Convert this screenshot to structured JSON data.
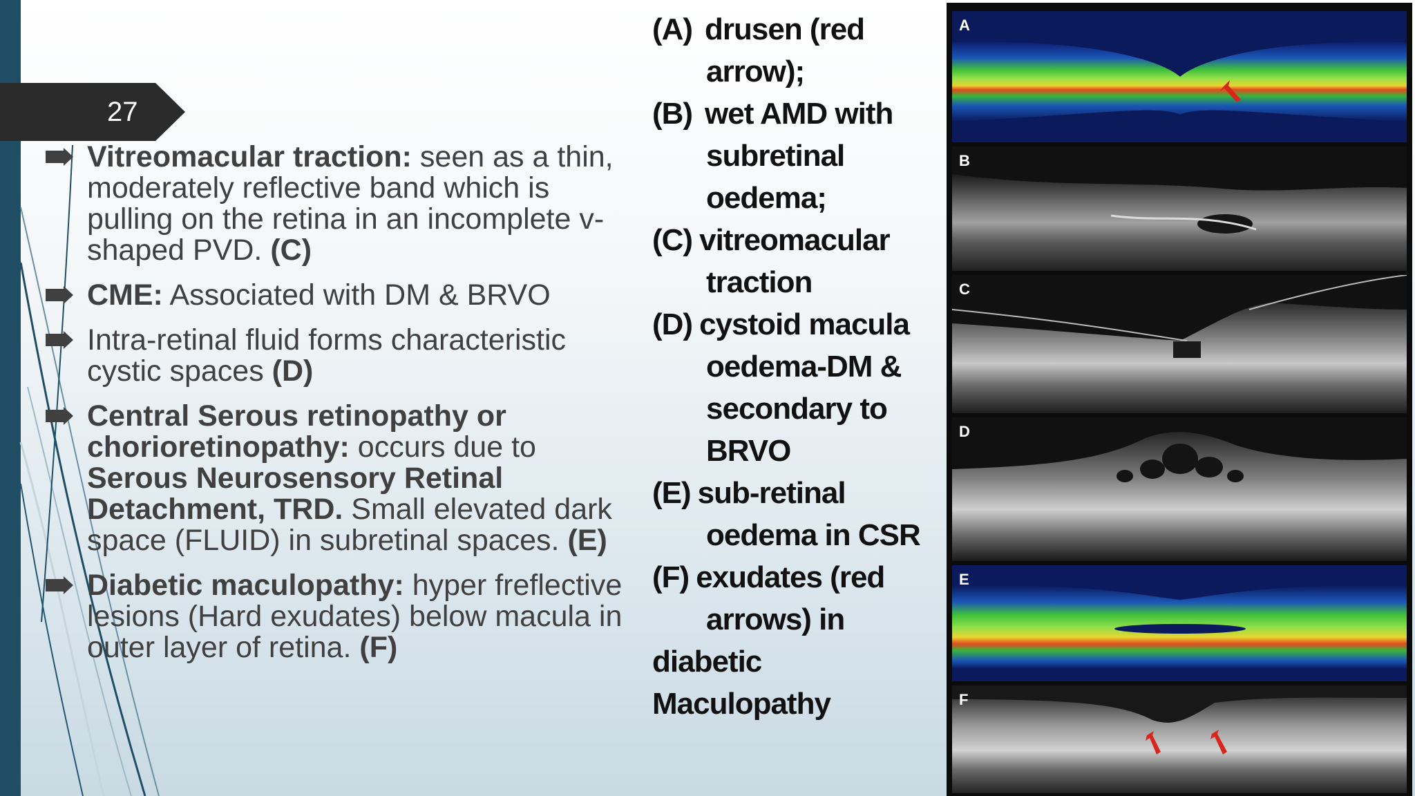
{
  "slide_number": "27",
  "bullets": [
    {
      "bold": "Vitreomacular traction:",
      "text": " seen as a thin, moderately reflective band which is pulling on the retina in an incomplete v-shaped PVD. ",
      "ref": "(C)"
    },
    {
      "bold": "CME:",
      "text": " Associated with DM & BRVO",
      "ref": ""
    },
    {
      "bold": "",
      "text": "Intra-retinal fluid forms characteristic cystic spaces ",
      "ref": "(D)"
    },
    {
      "bold": "Central Serous retinopathy or chorioretinopathy:",
      "text": " occurs due to ",
      "bold2": "Serous Neurosensory Retinal Detachment, TRD.",
      "text2": " Small elevated dark space (FLUID) in subretinal spaces. ",
      "ref": "(E)"
    },
    {
      "bold": "Diabetic maculopathy:",
      "text": " hyper freflective lesions (Hard exudates) below macula in  outer layer of retina. ",
      "ref": "(F)"
    }
  ],
  "legend": {
    "a_tag": "(A)",
    "a_l1": "drusen (red",
    "a_l2": "arrow);",
    "b_tag": "(B)",
    "b_l1": "wet AMD with",
    "b_l2": "subretinal",
    "b_l3": "oedema;",
    "c_tag": "(C)",
    "c_l1": "vitreomacular",
    "c_l2": "traction",
    "d_tag": "(D)",
    "d_l1": "cystoid macula",
    "d_l2": "oedema-DM &",
    "d_l3": "secondary to",
    "d_l4": "BRVO",
    "e_tag": "(E)",
    "e_l1": "sub-retinal",
    "e_l2": "oedema in CSR",
    "f_tag": "(F)",
    "f_l1": "exudates (red",
    "f_l2": "arrows) in",
    "f_l3": "diabetic",
    "f_l4": "Maculopathy"
  },
  "panels": [
    {
      "letter": "A",
      "kind": "color",
      "marker": "red-arrow"
    },
    {
      "letter": "B",
      "kind": "gray"
    },
    {
      "letter": "C",
      "kind": "gray"
    },
    {
      "letter": "D",
      "kind": "gray"
    },
    {
      "letter": "E",
      "kind": "color"
    },
    {
      "letter": "F",
      "kind": "gray",
      "marker": "red-arrows"
    }
  ],
  "colors": {
    "accent_bar": "#1f4d63",
    "tag_bg": "#2b2b2b",
    "arrow_red": "#d9261c"
  }
}
